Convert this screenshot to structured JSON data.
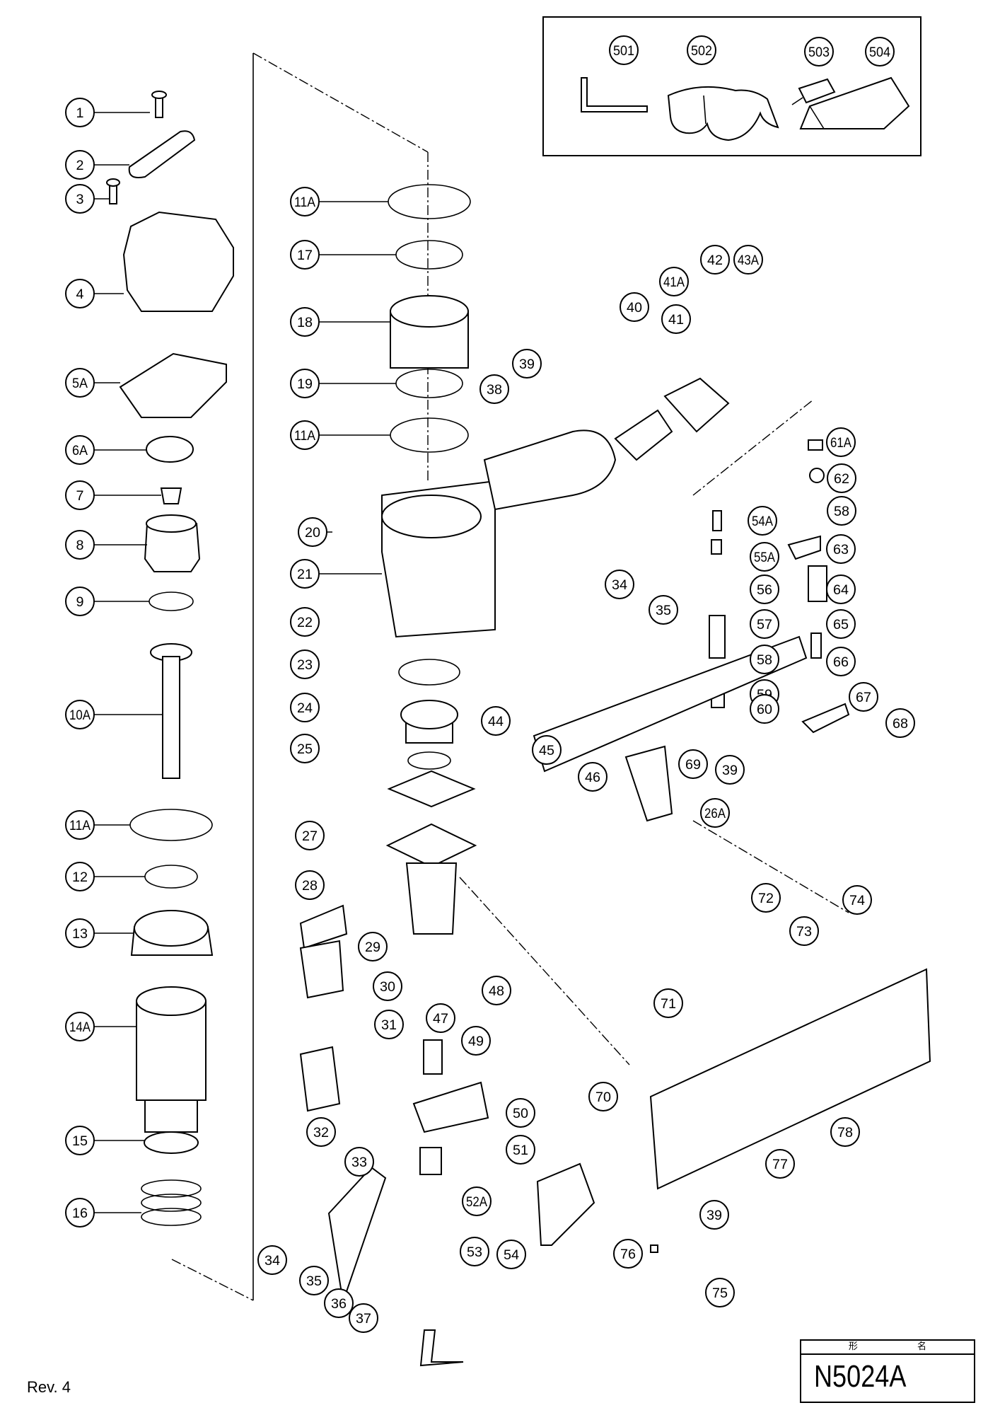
{
  "revision": "Rev. 4",
  "model": {
    "header": "形 名",
    "value": "N5024A"
  },
  "accessories": [
    "501",
    "502",
    "503",
    "504"
  ],
  "parts": [
    "1",
    "2",
    "3",
    "4",
    "5A",
    "6A",
    "7",
    "8",
    "9",
    "10A",
    "11A",
    "12",
    "13",
    "14A",
    "15",
    "16",
    "11A",
    "17",
    "18",
    "19",
    "11A",
    "20",
    "21",
    "22",
    "23",
    "24",
    "25",
    "26A",
    "27",
    "28",
    "29",
    "30",
    "31",
    "32",
    "33",
    "34",
    "35",
    "36",
    "37",
    "38",
    "39",
    "40",
    "41A",
    "41",
    "42",
    "43A",
    "34",
    "35",
    "44",
    "45",
    "46",
    "47",
    "48",
    "49",
    "50",
    "51",
    "52A",
    "53",
    "54",
    "54A",
    "55A",
    "56",
    "57",
    "58",
    "59",
    "60",
    "61A",
    "62",
    "58",
    "63",
    "64",
    "65",
    "66",
    "67",
    "68",
    "69",
    "39",
    "70",
    "71",
    "72",
    "73",
    "74",
    "75",
    "76",
    "77",
    "39",
    "78"
  ]
}
